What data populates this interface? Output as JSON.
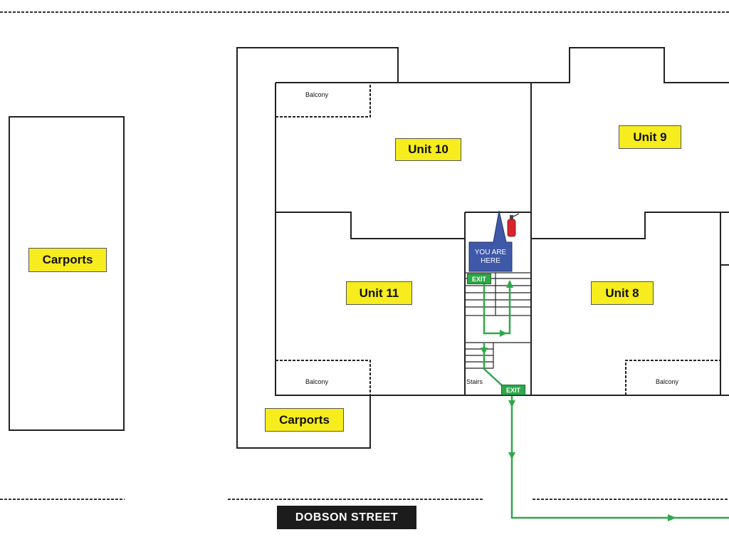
{
  "labels": {
    "carports_left": "Carports",
    "carports_bottom": "Carports",
    "unit10": "Unit 10",
    "unit9": "Unit 9",
    "unit11": "Unit 11",
    "unit8": "Unit 8"
  },
  "small_labels": {
    "balcony_top": "Balcony",
    "balcony_bottom_left": "Balcony",
    "balcony_bottom_right": "Balcony",
    "stairs": "Stairs"
  },
  "markers": {
    "you_are_here": "YOU ARE HERE",
    "exit_upper": "EXIT",
    "exit_lower": "EXIT"
  },
  "street": "DOBSON STREET",
  "colors": {
    "label_fill": "#f7ec1d",
    "you_are_here": "#3f58a8",
    "exit_route": "#2ea84a",
    "extinguisher": "#d9232d",
    "street_sign": "#1c1c1c"
  },
  "icons": [
    "fire-extinguisher-icon",
    "you-are-here-marker-icon",
    "exit-route-arrow-icon"
  ]
}
